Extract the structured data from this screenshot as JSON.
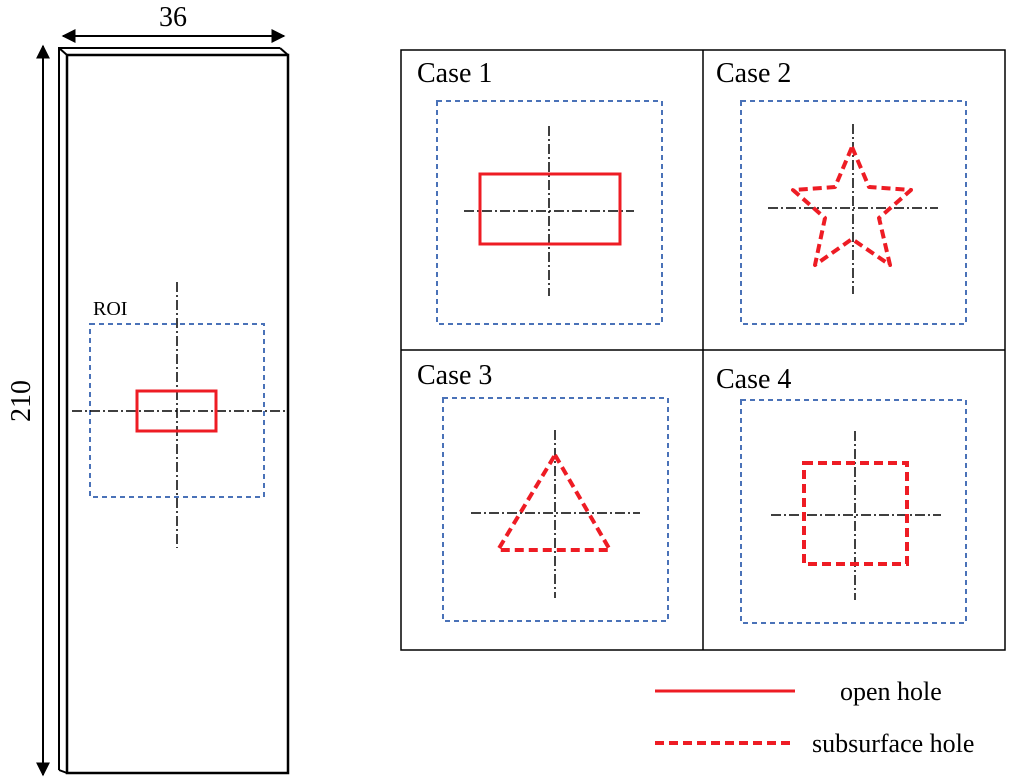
{
  "specimen": {
    "width_label": "36",
    "height_label": "210",
    "roi_label": "ROI"
  },
  "cases": [
    {
      "label": "Case 1",
      "shape": "rectangle",
      "hole_type": "open"
    },
    {
      "label": "Case 2",
      "shape": "star",
      "hole_type": "subsurface"
    },
    {
      "label": "Case 3",
      "shape": "triangle",
      "hole_type": "subsurface"
    },
    {
      "label": "Case 4",
      "shape": "square",
      "hole_type": "subsurface"
    }
  ],
  "legend": {
    "open_hole": "open hole",
    "subsurface_hole": "subsurface hole"
  },
  "colors": {
    "hole": "#ee1c24",
    "roi": "#4a72b8",
    "axis": "#000000"
  }
}
